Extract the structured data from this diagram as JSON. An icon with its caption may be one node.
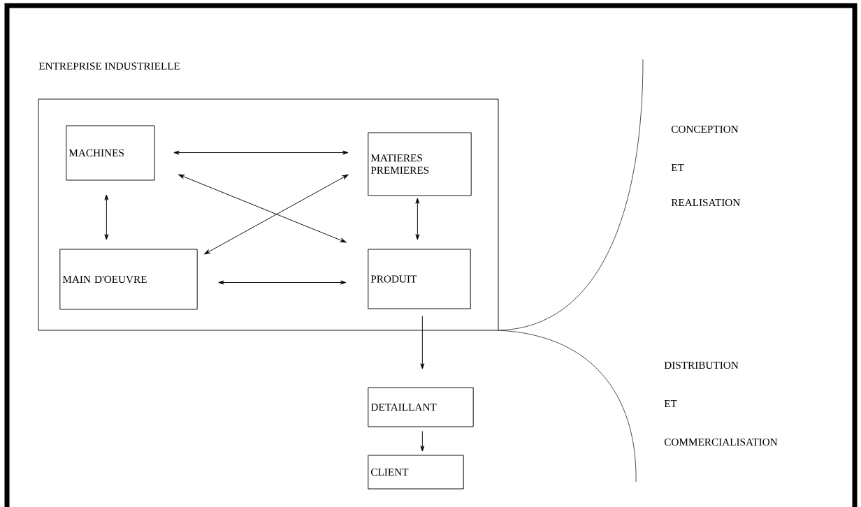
{
  "diagram": {
    "nodes": [
      {
        "text": [
          "ENTREPRISE  INDUSTRIELLE"
        ]
      },
      {
        "text": [
          "MACHINES"
        ],
        "in": 0
      },
      {
        "text": [
          "MATIERES PREMIERES"
        ],
        "in": 0
      },
      {
        "text": [
          "MAIN D'OEUVRE"
        ],
        "in": 0
      },
      {
        "text": [
          "PRODUIT"
        ],
        "in": 0
      },
      {
        "text": [
          "DETAILLANT"
        ]
      },
      {
        "text": [
          "CLIENT"
        ]
      }
    ],
    "edges": [
      {
        "from": 1,
        "to": 2,
        "arrow": "both"
      },
      {
        "from": 1,
        "to": 4,
        "arrow": "both"
      },
      {
        "from": 3,
        "to": 2,
        "arrow": "both"
      },
      {
        "from": 1,
        "to": 3,
        "arrow": "both"
      },
      {
        "from": 2,
        "to": 4,
        "arrow": "both"
      },
      {
        "from": 3,
        "to": 4,
        "arrow": "both"
      },
      {
        "from": 4,
        "to": 5,
        "arrow": "to"
      },
      {
        "from": 5,
        "to": 6,
        "arrow": "to"
      }
    ],
    "labels": [
      "CONCEPTION",
      "ET",
      "REALISATION",
      "DISTRIBUTION",
      "ET",
      "COMMERCIALISATION"
    ]
  }
}
